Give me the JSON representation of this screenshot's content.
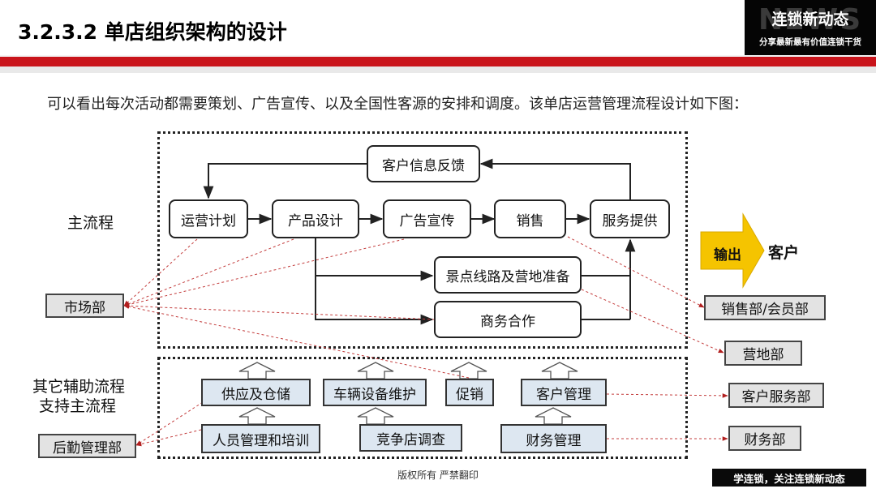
{
  "header": {
    "title": "3.2.3.2 单店组织架构的设计",
    "brand_title": "连锁新动态",
    "brand_subtitle": "分享最新最有价值连锁干货",
    "brand_watermark": "NEWS"
  },
  "intro": "可以看出每次活动都需要策划、广告宣传、以及全国性客源的安排和调度。该单店运营管理流程设计如下图：",
  "labels": {
    "main_flow": "主流程",
    "aux_flow_line1": "其它辅助流程",
    "aux_flow_line2": "支持主流程",
    "output": "输出",
    "customer": "客户"
  },
  "main_process": {
    "feedback": "客户信息反馈",
    "steps": [
      "运营计划",
      "产品设计",
      "广告宣传",
      "销售",
      "服务提供"
    ],
    "sub_steps": [
      "景点线路及营地准备",
      "商务合作"
    ]
  },
  "aux_process": {
    "row1": [
      "供应及仓储",
      "车辆设备维护",
      "促销",
      "客户管理"
    ],
    "row2": [
      "人员管理和培训",
      "竞争店调查",
      "财务管理"
    ]
  },
  "departments": {
    "left": [
      "市场部",
      "后勤管理部"
    ],
    "right": [
      "销售部/会员部",
      "营地部",
      "客户服务部",
      "财务部"
    ]
  },
  "colors": {
    "accent_red": "#c9141b",
    "aux_box_fill": "#dde7f1",
    "dept_box_fill": "#e3e3e3",
    "output_arrow": "#f5c400",
    "dashed_link": "#c33c3c"
  },
  "footer": {
    "copyright": "版权所有  严禁翻印",
    "slogan": "学连锁，关注连锁新动态"
  }
}
